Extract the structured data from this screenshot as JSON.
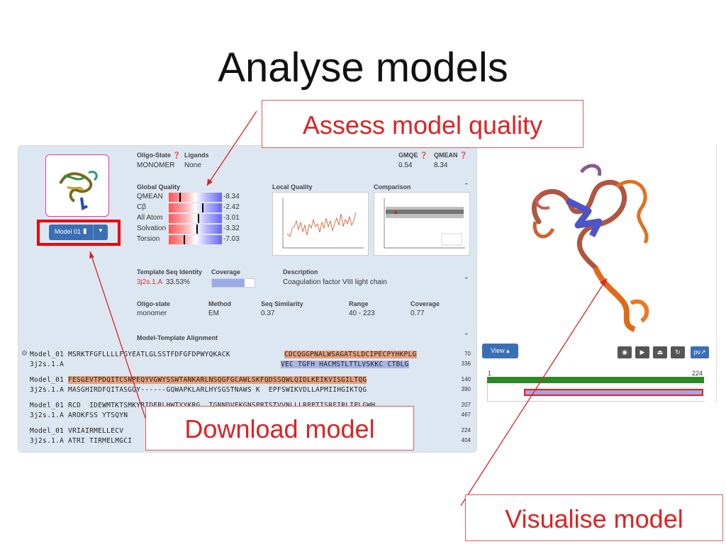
{
  "slide": {
    "title": "Analyse models",
    "callout_assess": "Assess model quality",
    "callout_download": "Download model",
    "callout_visualise": "Visualise model"
  },
  "summary": {
    "oligo_label": "Oligo-State",
    "oligo_value": "MONOMER",
    "ligands_label": "Ligands",
    "ligands_value": "None",
    "gmqe_label": "GMQE",
    "gmqe_value": "0.54",
    "qmean_label": "QMEAN",
    "qmean_value": "8.34"
  },
  "global_quality": {
    "title": "Global Quality",
    "rows": [
      {
        "name": "QMEAN",
        "value": "-8.34",
        "level": 0.2
      },
      {
        "name": "Cβ",
        "value": "-2.42",
        "level": 0.62
      },
      {
        "name": "All Atom",
        "value": "-3.01",
        "level": 0.55
      },
      {
        "name": "Solvation",
        "value": "-3.32",
        "level": 0.52
      },
      {
        "name": "Torsion",
        "value": "-7.03",
        "level": 0.28
      }
    ]
  },
  "local_quality": {
    "title": "Local Quality"
  },
  "comparison": {
    "title": "Comparison"
  },
  "model_button": {
    "label": "Model 01"
  },
  "template": {
    "template_label": "Template",
    "template_value": "3j2s.1.A",
    "seqid_label": "Seq Identity",
    "seqid_value": "33.53%",
    "coverage_label": "Coverage",
    "desc_label": "Description",
    "desc_value": "Coagulation factor VIII light chain",
    "oligo_label": "Oligo-state",
    "oligo_value": "monomer",
    "method_label": "Method",
    "method_value": "EM",
    "seqsim_label": "Seq Similarity",
    "seqsim_value": "0.37",
    "range_label": "Range",
    "range_value": "40 - 223",
    "cov_label": "Coverage",
    "cov_value": "0.77",
    "coverage_fraction": 0.77
  },
  "alignment": {
    "title": "Model-Template Alignment",
    "rows": [
      {
        "name": "Model_01",
        "seq": "MSRKTFGFLLLLFGYEATLGLSSTFDFGFDPWYQKACK",
        "seq2": "CDCQGGPNALWSAGATSLDCIPECPYHKPLG",
        "num": "70"
      },
      {
        "name": "3j2s.1.A",
        "seq": "",
        "seq2": "VEC TGFH HACMSTLTTLVSKKC CTBLG",
        "num": "336"
      },
      {
        "name": "Model_01",
        "seq": "FESGEVTPDQITCSNPEQYVGWYSSWTANKARLNSQGFGCAWLSKFQDSSQWLQIDLKEIKVISGILTQG",
        "seq2": "",
        "num": "140"
      },
      {
        "name": "3j2s.1.A",
        "seq": "MASGHIRDFQITASGQY------GQWAPKLARLHYSGSTNAWS K  EPFSWIKVDLLAPMIIHGIKTQG",
        "seq2": "",
        "num": "390"
      },
      {
        "name": "Model_01",
        "seq": "RCD  IDEWMTKTSMKYRIDERLHWTYYKRG  TGNNDVEKGNSPRTSTVVNLLLRPPTISRFIRLIPLGWH",
        "seq2": "",
        "num": "207"
      },
      {
        "name": "3j2s.1.A",
        "seq": "AROKFSS YTSQYN",
        "seq2": "",
        "num": "467"
      },
      {
        "name": "Model_01",
        "seq": "VRIAIRMELLECV",
        "seq2": "",
        "num": "224"
      },
      {
        "name": "3j2s.1.A",
        "seq": "ATRI TIRMELMGCI",
        "seq2": "",
        "num": "404"
      }
    ]
  },
  "viewer": {
    "view_button": "View",
    "pv_button": "pv",
    "range_start": "1",
    "range_end": "224"
  }
}
